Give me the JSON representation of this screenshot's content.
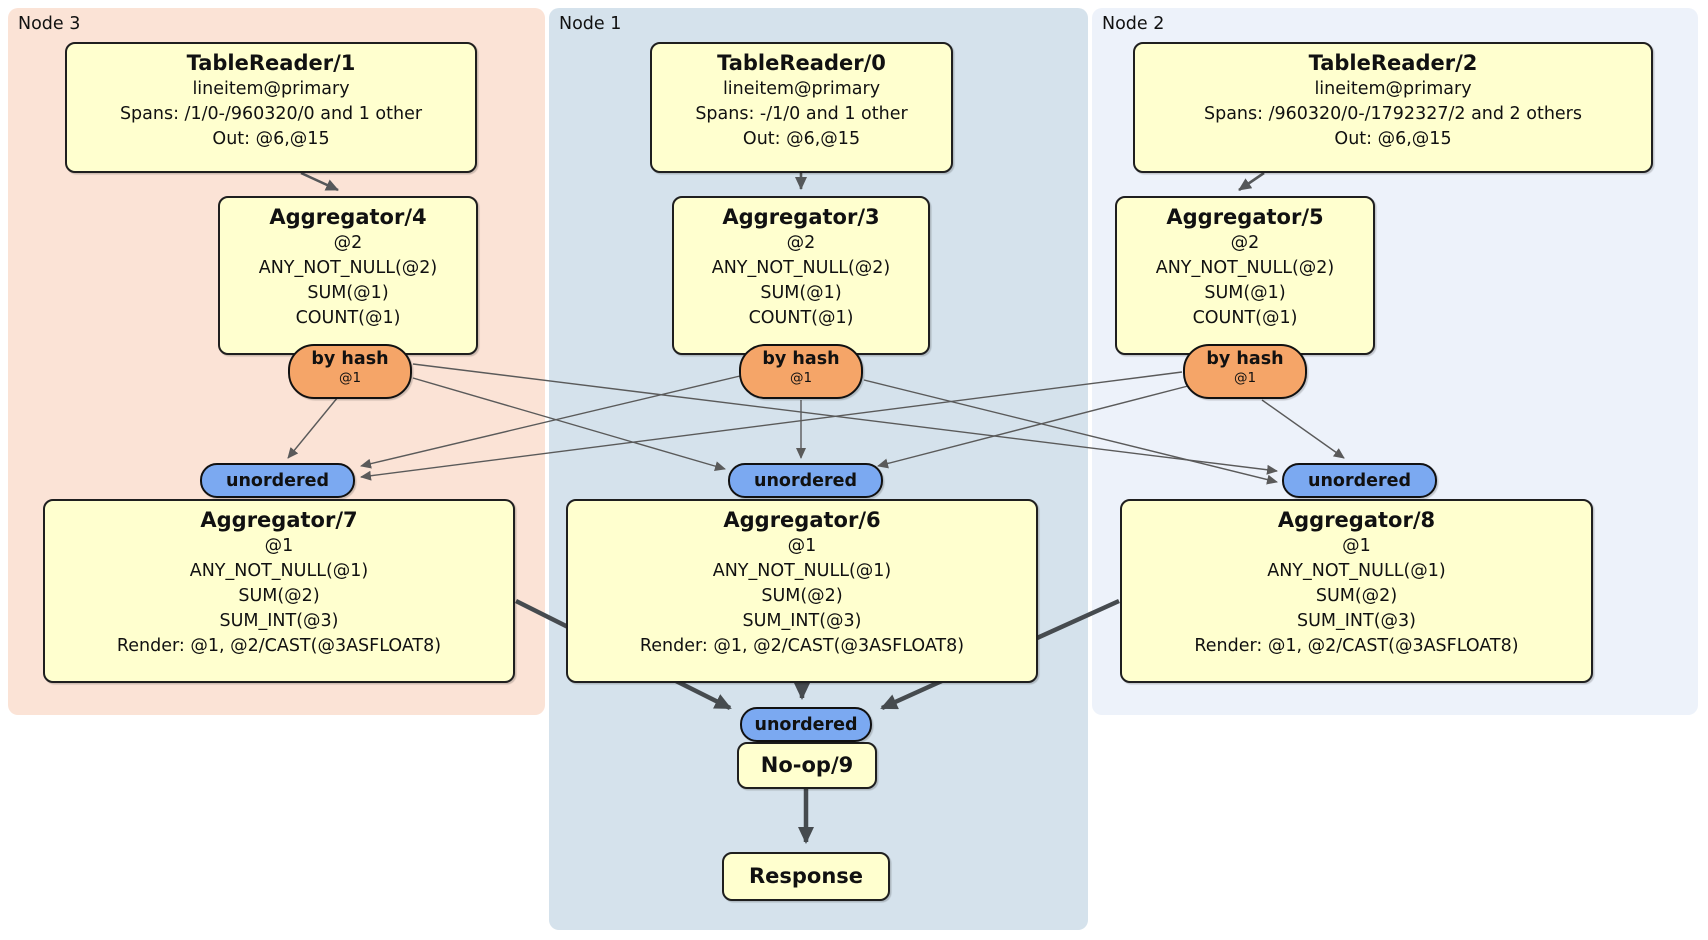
{
  "colors": {
    "panel-node3": "#fbe3d6",
    "panel-node1": "#d5e2ec",
    "panel-node2": "#edf2fa",
    "box-fill": "#ffffcf",
    "box-border": "#1f1f1f",
    "hash-fill": "#f5a568",
    "stream-fill": "#7ba9f1",
    "edge-thin": "#5a5a5a",
    "edge-med": "#55585a",
    "edge-thick": "#464b4f"
  },
  "panels": [
    {
      "id": "node3",
      "label": "Node 3"
    },
    {
      "id": "node1",
      "label": "Node 1"
    },
    {
      "id": "node2",
      "label": "Node 2"
    }
  ],
  "boxes": {
    "tr1": {
      "title": "TableReader/1",
      "lines": [
        "lineitem@primary",
        "Spans: /1/0-/960320/0 and 1 other",
        "Out: @6,@15"
      ]
    },
    "tr0": {
      "title": "TableReader/0",
      "lines": [
        "lineitem@primary",
        "Spans: -/1/0 and 1 other",
        "Out: @6,@15"
      ]
    },
    "tr2": {
      "title": "TableReader/2",
      "lines": [
        "lineitem@primary",
        "Spans: /960320/0-/1792327/2 and 2 others",
        "Out: @6,@15"
      ]
    },
    "agg4": {
      "title": "Aggregator/4",
      "lines": [
        "@2",
        "ANY_NOT_NULL(@2)",
        "SUM(@1)",
        "COUNT(@1)"
      ]
    },
    "agg3": {
      "title": "Aggregator/3",
      "lines": [
        "@2",
        "ANY_NOT_NULL(@2)",
        "SUM(@1)",
        "COUNT(@1)"
      ]
    },
    "agg5": {
      "title": "Aggregator/5",
      "lines": [
        "@2",
        "ANY_NOT_NULL(@2)",
        "SUM(@1)",
        "COUNT(@1)"
      ]
    },
    "agg7": {
      "title": "Aggregator/7",
      "lines": [
        "@1",
        "ANY_NOT_NULL(@1)",
        "SUM(@2)",
        "SUM_INT(@3)",
        "Render: @1, @2/CAST(@3ASFLOAT8)"
      ]
    },
    "agg6": {
      "title": "Aggregator/6",
      "lines": [
        "@1",
        "ANY_NOT_NULL(@1)",
        "SUM(@2)",
        "SUM_INT(@3)",
        "Render: @1, @2/CAST(@3ASFLOAT8)"
      ]
    },
    "agg8": {
      "title": "Aggregator/8",
      "lines": [
        "@1",
        "ANY_NOT_NULL(@1)",
        "SUM(@2)",
        "SUM_INT(@3)",
        "Render: @1, @2/CAST(@3ASFLOAT8)"
      ]
    },
    "noop": {
      "title": "No-op/9"
    },
    "response": {
      "title": "Response"
    }
  },
  "routers": {
    "by_hash": {
      "label": "by hash",
      "detail": "@1"
    }
  },
  "streams": {
    "unordered": {
      "label": "unordered"
    }
  }
}
